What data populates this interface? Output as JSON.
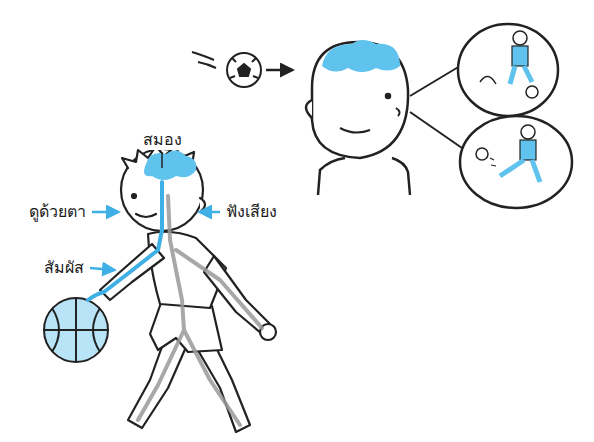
{
  "diagram": {
    "labels": [
      "สมอง",
      "ดูด้วยตา",
      "ฟังเสียง",
      "สัมผัส"
    ]
  }
}
